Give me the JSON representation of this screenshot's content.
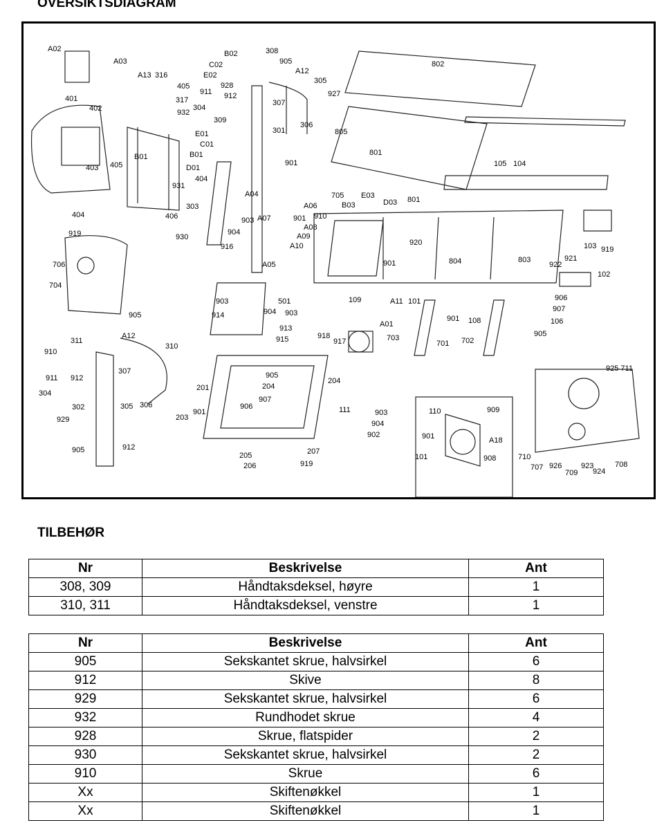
{
  "title": "OVERSIKTSDIAGRAM",
  "diagram": {
    "labels": [
      "A02",
      "A03",
      "A13",
      "316",
      "405",
      "317",
      "932",
      "401",
      "402",
      "403",
      "405",
      "B01",
      "D01",
      "E01",
      "C01",
      "B01",
      "404",
      "931",
      "406",
      "303",
      "404",
      "919",
      "930",
      "B02",
      "C02",
      "E02",
      "308",
      "905",
      "A12",
      "305",
      "928",
      "911",
      "912",
      "304",
      "307",
      "309",
      "301",
      "306",
      "927",
      "802",
      "805",
      "801",
      "901",
      "A04",
      "904",
      "916",
      "903",
      "A07",
      "901",
      "A06",
      "910",
      "A08",
      "A09",
      "A10",
      "A05",
      "705",
      "E03",
      "B03",
      "D03",
      "801",
      "920",
      "105",
      "104",
      "103",
      "919",
      "921",
      "922",
      "102",
      "901",
      "804",
      "803",
      "109",
      "A11",
      "101",
      "906",
      "907",
      "106",
      "905",
      "901",
      "108",
      "701",
      "702",
      "706",
      "704",
      "905",
      "A12",
      "310",
      "311",
      "910",
      "911",
      "912",
      "304",
      "307",
      "305",
      "306",
      "302",
      "929",
      "905",
      "912",
      "903",
      "914",
      "501",
      "904",
      "903",
      "913",
      "915",
      "918",
      "917",
      "A01",
      "703",
      "201",
      "905",
      "204",
      "907",
      "906",
      "204",
      "203",
      "901",
      "205",
      "206",
      "207",
      "919",
      "111",
      "903",
      "904",
      "902",
      "110",
      "909",
      "901",
      "A18",
      "101",
      "908",
      "925 711",
      "710",
      "707",
      "926",
      "709",
      "923",
      "924",
      "708"
    ]
  },
  "accessories_heading": "TILBEHØR",
  "table1": {
    "headers": [
      "Nr",
      "Beskrivelse",
      "Ant"
    ],
    "rows": [
      [
        "308, 309",
        "Håndtaksdeksel, høyre",
        "1"
      ],
      [
        "310, 311",
        "Håndtaksdeksel, venstre",
        "1"
      ]
    ]
  },
  "table2": {
    "headers": [
      "Nr",
      "Beskrivelse",
      "Ant"
    ],
    "rows": [
      [
        "905",
        "Sekskantet skrue, halvsirkel",
        "6"
      ],
      [
        "912",
        "Skive",
        "8"
      ],
      [
        "929",
        "Sekskantet skrue, halvsirkel",
        "6"
      ],
      [
        "932",
        "Rundhodet skrue",
        "4"
      ],
      [
        "928",
        "Skrue, flatspider",
        "2"
      ],
      [
        "930",
        "Sekskantet skrue, halvsirkel",
        "2"
      ],
      [
        "910",
        "Skrue",
        "6"
      ],
      [
        "Xx",
        "Skiftenøkkel",
        "1"
      ],
      [
        "Xx",
        "Skiftenøkkel",
        "1"
      ]
    ]
  }
}
